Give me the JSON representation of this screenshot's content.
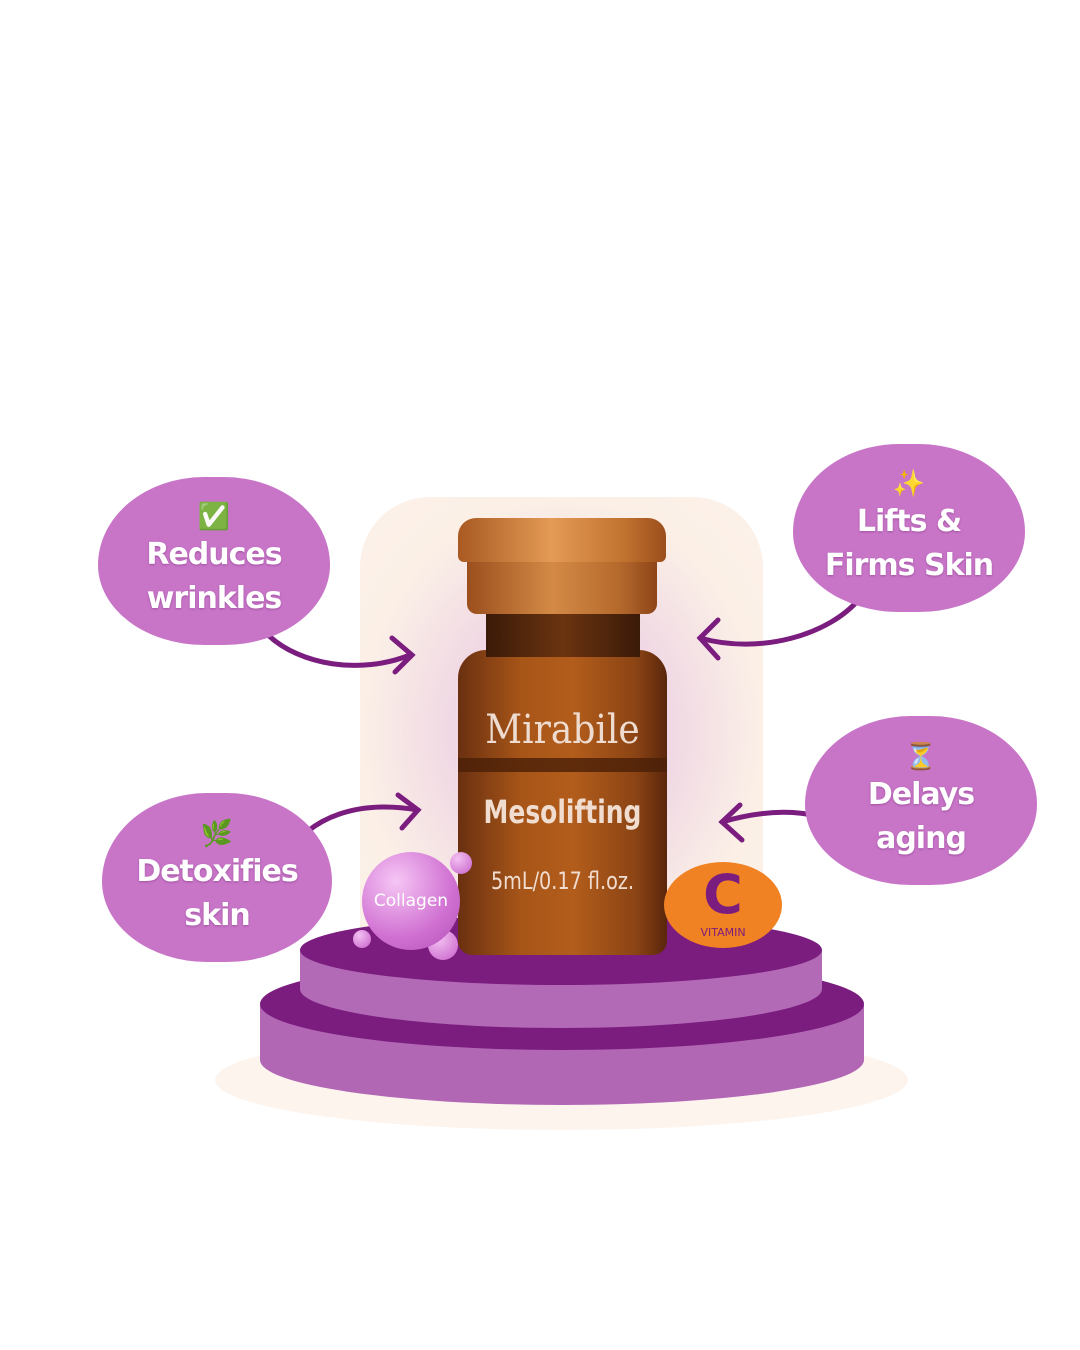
{
  "product": {
    "brand": "Mirabile",
    "name": "Mesolifting",
    "volume": "5mL/0.17 fl.oz."
  },
  "badges": {
    "collagen": "Collagen",
    "vitamin_letter": "C",
    "vitamin_label": "VITAMIN"
  },
  "benefits": [
    {
      "icon": "check-mark-icon",
      "glyph": "✅",
      "line1": "Reduces",
      "line2": "wrinkles"
    },
    {
      "icon": "sparkles-icon",
      "glyph": "✨",
      "line1": "Lifts &",
      "line2": "Firms Skin"
    },
    {
      "icon": "herb-icon",
      "glyph": "🌿",
      "line1": "Detoxifies",
      "line2": "skin"
    },
    {
      "icon": "hourglass-icon",
      "glyph": "⏳",
      "line1": "Delays",
      "line2": "aging"
    }
  ],
  "colors": {
    "bubble": "#c875c8",
    "arrow": "#7b1c7f",
    "podium": "#7b1c7f",
    "vitamin": "#f08224"
  }
}
